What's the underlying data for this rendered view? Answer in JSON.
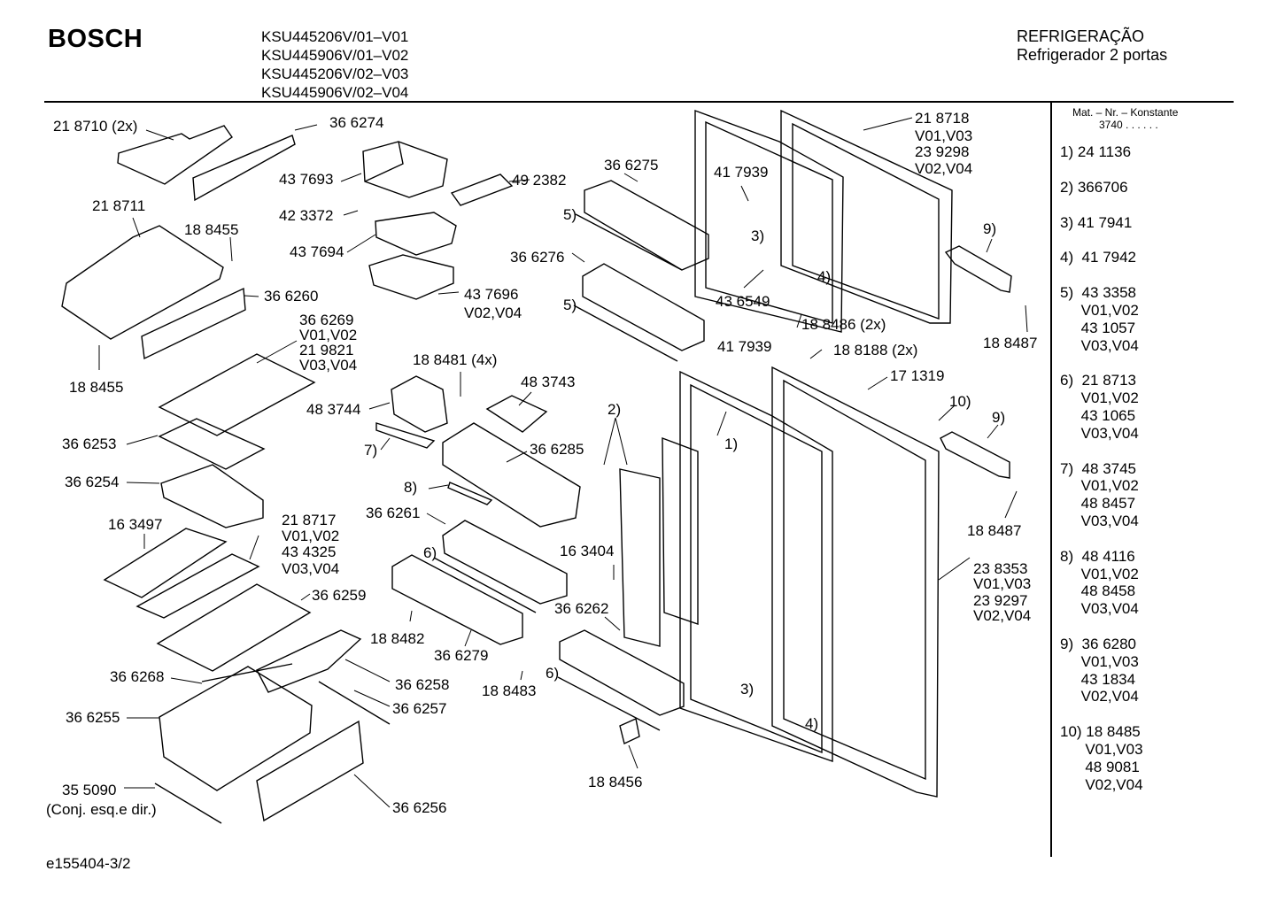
{
  "header": {
    "brand": "BOSCH",
    "models": [
      "KSU445206V/01–V01",
      "KSU445906V/01–V02",
      "KSU445206V/02–V03",
      "KSU445906V/02–V04"
    ],
    "title": "REFRIGERAÇÃO",
    "subtitle": "Refrigerador 2 portas"
  },
  "legend": {
    "head": "Mat. – Nr. – Konstante",
    "head_code": "3740  .  .  .  .  .  .",
    "entries": [
      [
        "1) 24 1136"
      ],
      [
        "2) 366706"
      ],
      [
        "3) 41 7941"
      ],
      [
        "4)  41 7942"
      ],
      [
        "5)  43 3358",
        "     V01,V02",
        "     43 1057",
        "     V03,V04"
      ],
      [
        "6)  21 8713",
        "     V01,V02",
        "     43 1065",
        "     V03,V04"
      ],
      [
        "7)  48 3745",
        "     V01,V02",
        "     48 8457",
        "     V03,V04"
      ],
      [
        "8)  48 4116",
        "     V01,V02",
        "     48 8458",
        "     V03,V04"
      ],
      [
        "9)  36 6280",
        "     V01,V03",
        "     43 1834",
        "     V02,V04"
      ],
      [
        "10) 18 8485",
        "      V01,V03",
        "      48 9081",
        "      V02,V04"
      ]
    ]
  },
  "labels": {
    "l_218710": "21 8710 (2x)",
    "l_366274": "36 6274",
    "l_437693": "43 7693",
    "l_492382": "49 2382",
    "l_218711": "21 8711",
    "l_188455a": "18 8455",
    "l_423372": "42 3372",
    "l_437694": "43 7694",
    "l_366260": "36 6260",
    "l_437696": "43 7696",
    "l_437696v": "V02,V04",
    "l_366269": "36 6269",
    "l_366269a": "V01,V02",
    "l_366269b": "21 9821",
    "l_366269c": "V03,V04",
    "l_188455b": "18 8455",
    "l_366275": "36 6275",
    "l_5a": "5)",
    "l_366276": "36 6276",
    "l_5b": "5)",
    "l_417939a": "41 7939",
    "l_3a": "3)",
    "l_4a": "4)",
    "l_436549": "43 6549",
    "l_218718": "21 8718",
    "l_218718a": "V01,V03",
    "l_218718b": "23 9298",
    "l_218718c": "V02,V04",
    "l_9a": "9)",
    "l_188487a": "18 8487",
    "l_188486": "18 8486 (2x)",
    "l_417939b": "41 7939",
    "l_188188": "18 8188 (2x)",
    "l_171319": "17 1319",
    "l_10": "10)",
    "l_9b": "9)",
    "l_188487b": "18 8487",
    "l_188481": "18 8481 (4x)",
    "l_483743": "48 3743",
    "l_483744": "48 3744",
    "l_2": "2)",
    "l_1": "1)",
    "l_7": "7)",
    "l_366285": "36 6285",
    "l_366253": "36 6253",
    "l_366254": "36 6254",
    "l_8": "8)",
    "l_366261": "36 6261",
    "l_163497": "16 3497",
    "l_218717": "21 8717",
    "l_218717a": "V01,V02",
    "l_218717b": "43 4325",
    "l_218717c": "V03,V04",
    "l_6a": "6)",
    "l_163404": "16 3404",
    "l_238353": "23 8353",
    "l_238353a": "V01,V03",
    "l_238353b": "23 9297",
    "l_238353c": "V02,V04",
    "l_366259": "36 6259",
    "l_366262": "36 6262",
    "l_188482": "18 8482",
    "l_366279": "36 6279",
    "l_366268": "36 6268",
    "l_366258": "36 6258",
    "l_188483": "18 8483",
    "l_6b": "6)",
    "l_3b": "3)",
    "l_4b": "4)",
    "l_366257": "36 6257",
    "l_366255": "36 6255",
    "l_188456": "18 8456",
    "l_355090": "35 5090",
    "l_355090b": "(Conj. esq.e dir.)",
    "l_366256": "36 6256"
  },
  "footer": {
    "code": "e155404-3/2"
  }
}
